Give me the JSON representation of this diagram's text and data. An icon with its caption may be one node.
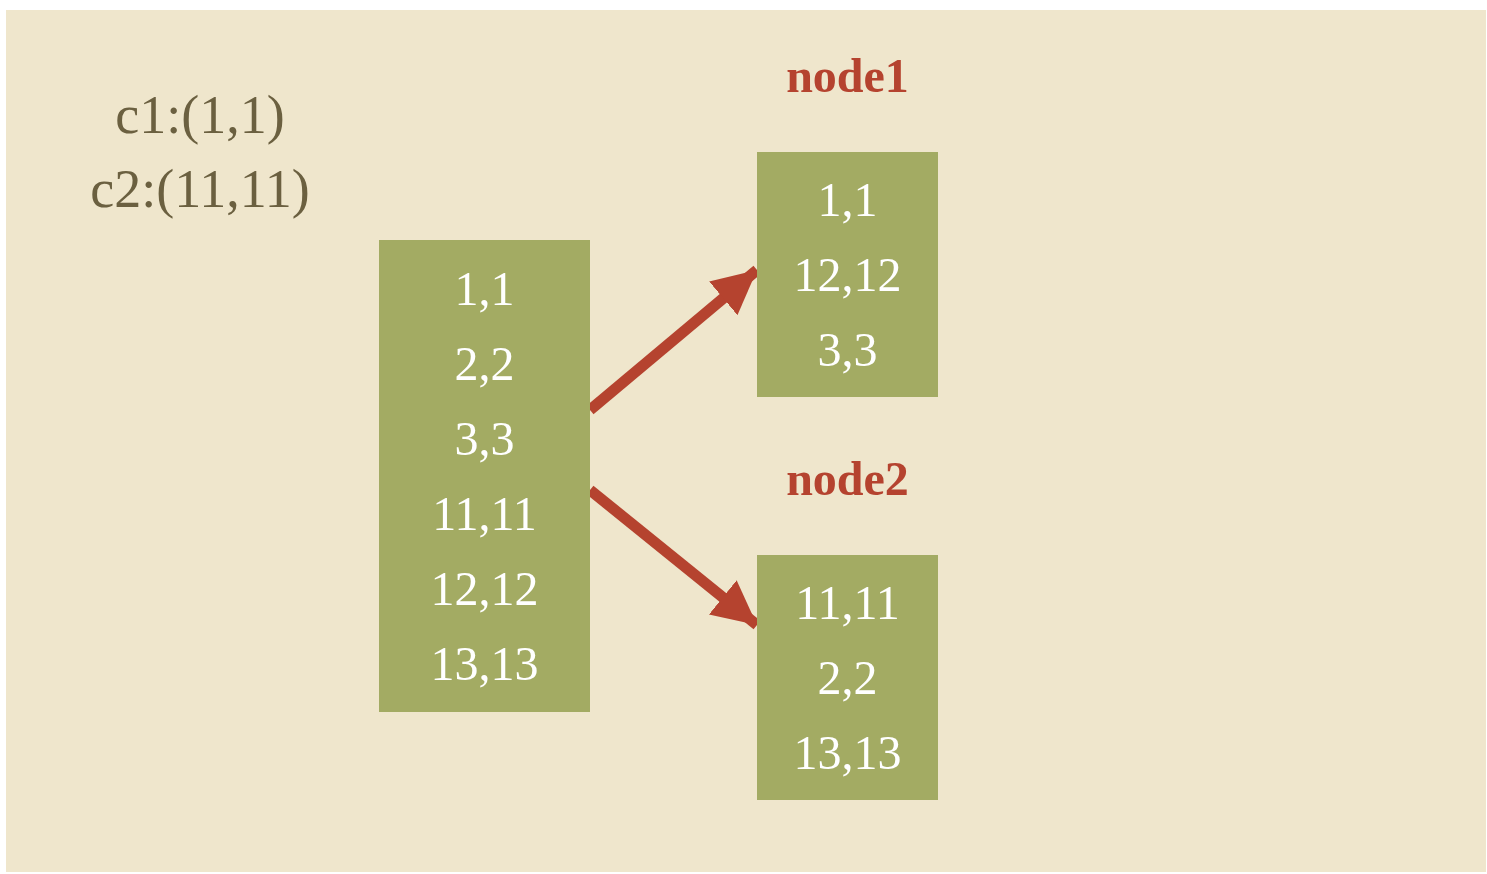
{
  "diagram": {
    "nodes": [
      {
        "text": [
          "1,1",
          "2,2",
          "3,3",
          "11,11",
          "12,12",
          "13,13"
        ]
      },
      {
        "text": [
          "node1",
          "1,1",
          "12,12",
          "3,3"
        ]
      },
      {
        "text": [
          "node2",
          "11,11",
          "2,2",
          "13,13"
        ]
      }
    ],
    "edges": [
      {
        "from": 0,
        "to": 1,
        "arrow": "to"
      },
      {
        "from": 0,
        "to": 2,
        "arrow": "to"
      }
    ],
    "labels": [
      "c1:(1,1)",
      "c2:(11,11)"
    ]
  }
}
